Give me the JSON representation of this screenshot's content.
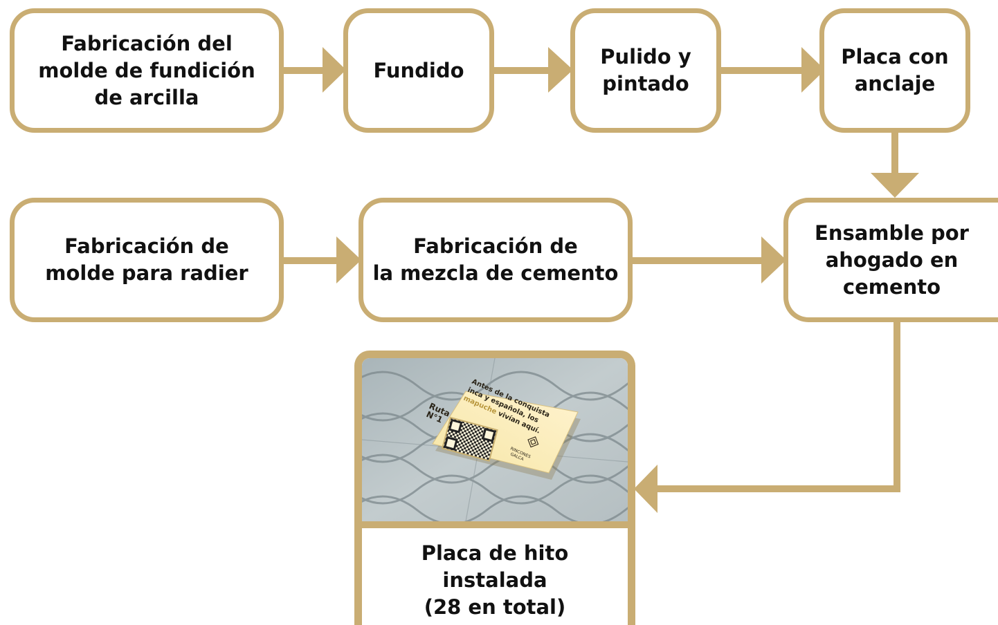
{
  "colors": {
    "accent": "#c9ad73",
    "text": "#111111",
    "background": "#ffffff"
  },
  "steps": {
    "molde_arcilla": "Fabricación del\nmolde de fundición\nde arcilla",
    "fundido": "Fundido",
    "pulido": "Pulido y\npintado",
    "placa_anclaje": "Placa con\nanclaje",
    "molde_radier": "Fabricación de\nmolde para radier",
    "mezcla_cemento": "Fabricación de\nla mezcla de cemento",
    "ensamble": "Ensamble por\nahogado en\ncemento",
    "placa_instalada": "Placa de hito\ninstalada\n(28 en total)"
  },
  "plaque": {
    "text_line1": "Antes de la conquista",
    "text_line2": "inca y española, los",
    "text_line3_highlight": "mapuche",
    "text_line3_rest": " vivían aquí.",
    "ruta_line1": "Ruta",
    "ruta_line2": "N°1",
    "logo_line1": "RINCONES",
    "logo_line2": "GALCA"
  }
}
